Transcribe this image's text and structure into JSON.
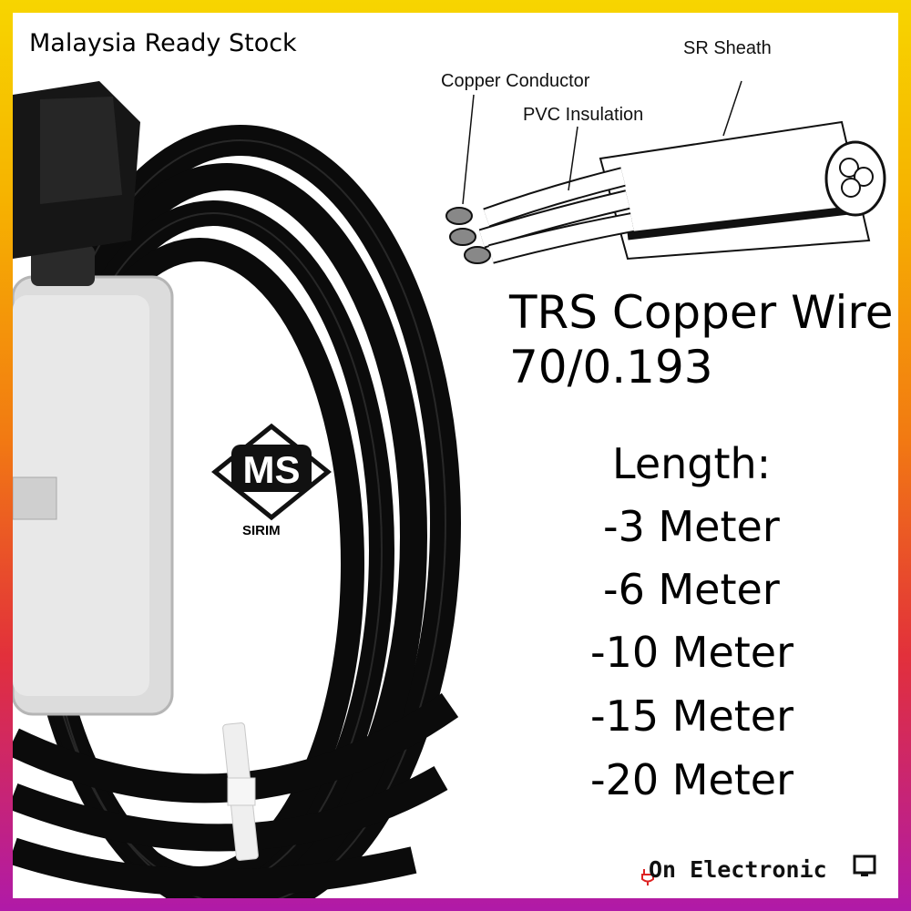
{
  "banner": {
    "stock_label": "Malaysia Ready Stock"
  },
  "diagram": {
    "sheath_label": "SR Sheath",
    "copper_label": "Copper Conductor",
    "pvc_label": "PVC Insulation"
  },
  "product": {
    "title_line1": "TRS Copper Wire",
    "title_line2": "70/0.193",
    "length_heading": "Length:",
    "lengths": [
      "-3 Meter",
      "-6 Meter",
      "-10 Meter",
      "-15 Meter",
      "-20 Meter"
    ]
  },
  "certification": {
    "mark": "MS",
    "authority": "SIRIM"
  },
  "brand": {
    "name": "On Electronic"
  },
  "colors": {
    "border_top": "#f7d500",
    "border_bottom": "#b01aa8",
    "cable": "#101010",
    "socket": "#dcdcdc"
  }
}
